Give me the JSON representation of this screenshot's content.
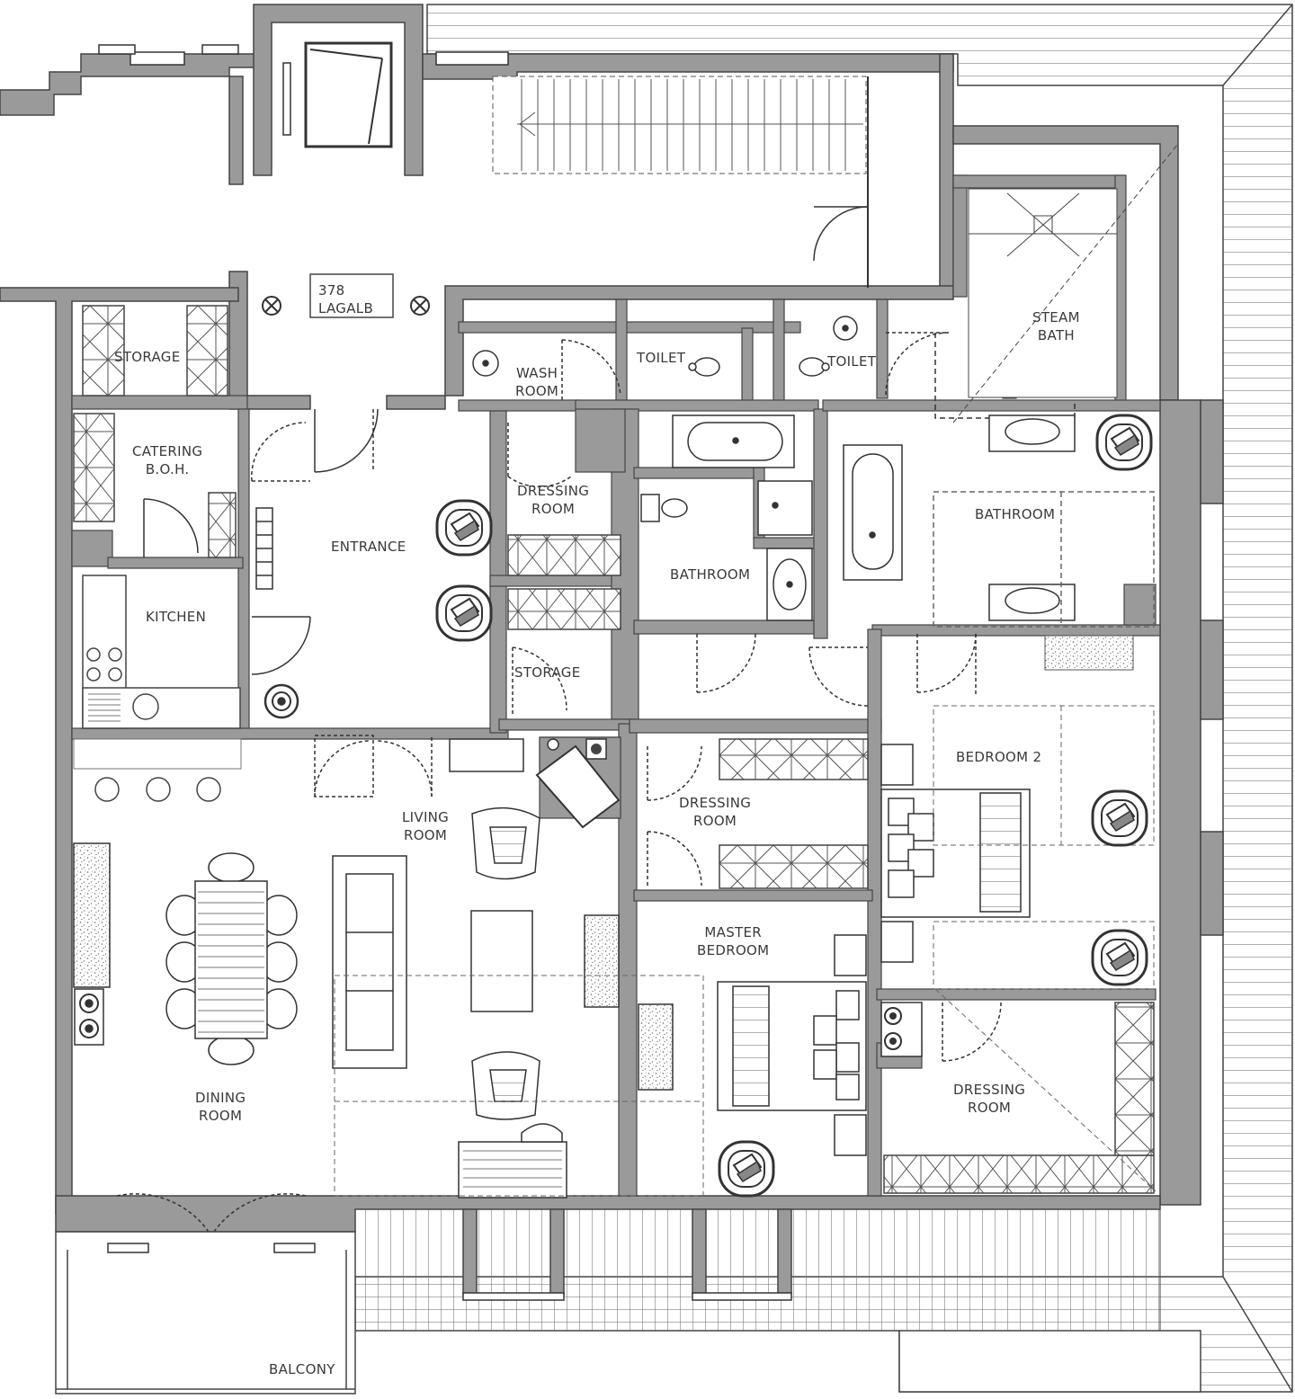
{
  "colors": {
    "wall": "#9a9a9a",
    "line": "#444444",
    "thin": "#666666",
    "fill": "#ffffff"
  },
  "unit": {
    "line1": "378",
    "line2": "LAGALB"
  },
  "rooms": {
    "storage_top": "STORAGE",
    "catering": {
      "line1": "CATERING",
      "line2": "B.O.H."
    },
    "kitchen": "KITCHEN",
    "entrance": "ENTRANCE",
    "wash_room": {
      "line1": "WASH",
      "line2": "ROOM"
    },
    "toilet_1": "TOILET",
    "toilet_2": "TOILET",
    "steam_bath": {
      "line1": "STEAM",
      "line2": "BATH"
    },
    "dressing_room_1": {
      "line1": "DRESSING",
      "line2": "ROOM"
    },
    "bathroom_1": "BATHROOM",
    "bathroom_2": "BATHROOM",
    "storage_mid": "STORAGE",
    "bedroom_2": "BEDROOM 2",
    "living_room": {
      "line1": "LIVING",
      "line2": "ROOM"
    },
    "dressing_room_2": {
      "line1": "DRESSING",
      "line2": "ROOM"
    },
    "master_bedroom": {
      "line1": "MASTER",
      "line2": "BEDROOM"
    },
    "dining_room": {
      "line1": "DINING",
      "line2": "ROOM"
    },
    "dressing_room_3": {
      "line1": "DRESSING",
      "line2": "ROOM"
    },
    "balcony": "BALCONY"
  }
}
